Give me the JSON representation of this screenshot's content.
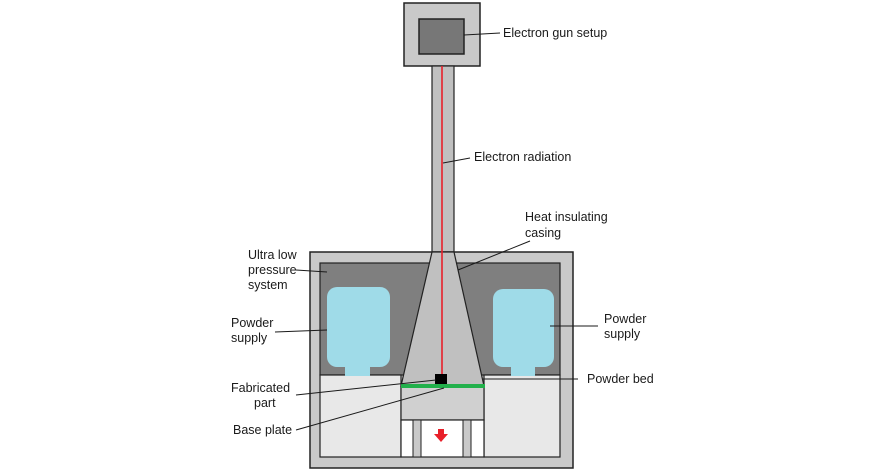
{
  "labels": {
    "electron_gun_setup": "Electron gun setup",
    "electron_radiation": "Electron radiation",
    "heat_insulating_casing_line1": "Heat insulating",
    "heat_insulating_casing_line2": "casing",
    "ultra_low_line1": "Ultra low",
    "ultra_low_line2": "pressure",
    "ultra_low_line3": "system",
    "powder_supply_left_line1": "Powder",
    "powder_supply_left_line2": "supply",
    "powder_supply_right_line1": "Powder",
    "powder_supply_right_line2": "supply",
    "powder_bed": "Powder bed",
    "fabricated_part_line1": "Fabricated",
    "fabricated_part_line2": "part",
    "base_plate": "Base plate"
  },
  "colors": {
    "outer_casing": "#c9c9c9",
    "vacuum_chamber": "#7f7f7f",
    "cone_and_column": "#c0c0c0",
    "powder_bed_area": "#e8e8e8",
    "powder_hopper": "#9fdbe8",
    "electron_beam": "#e8202a",
    "base_plate": "#22b04b",
    "fabricated_part": "#000000",
    "arrow": "#e8202a",
    "gun_inner": "#777777"
  }
}
